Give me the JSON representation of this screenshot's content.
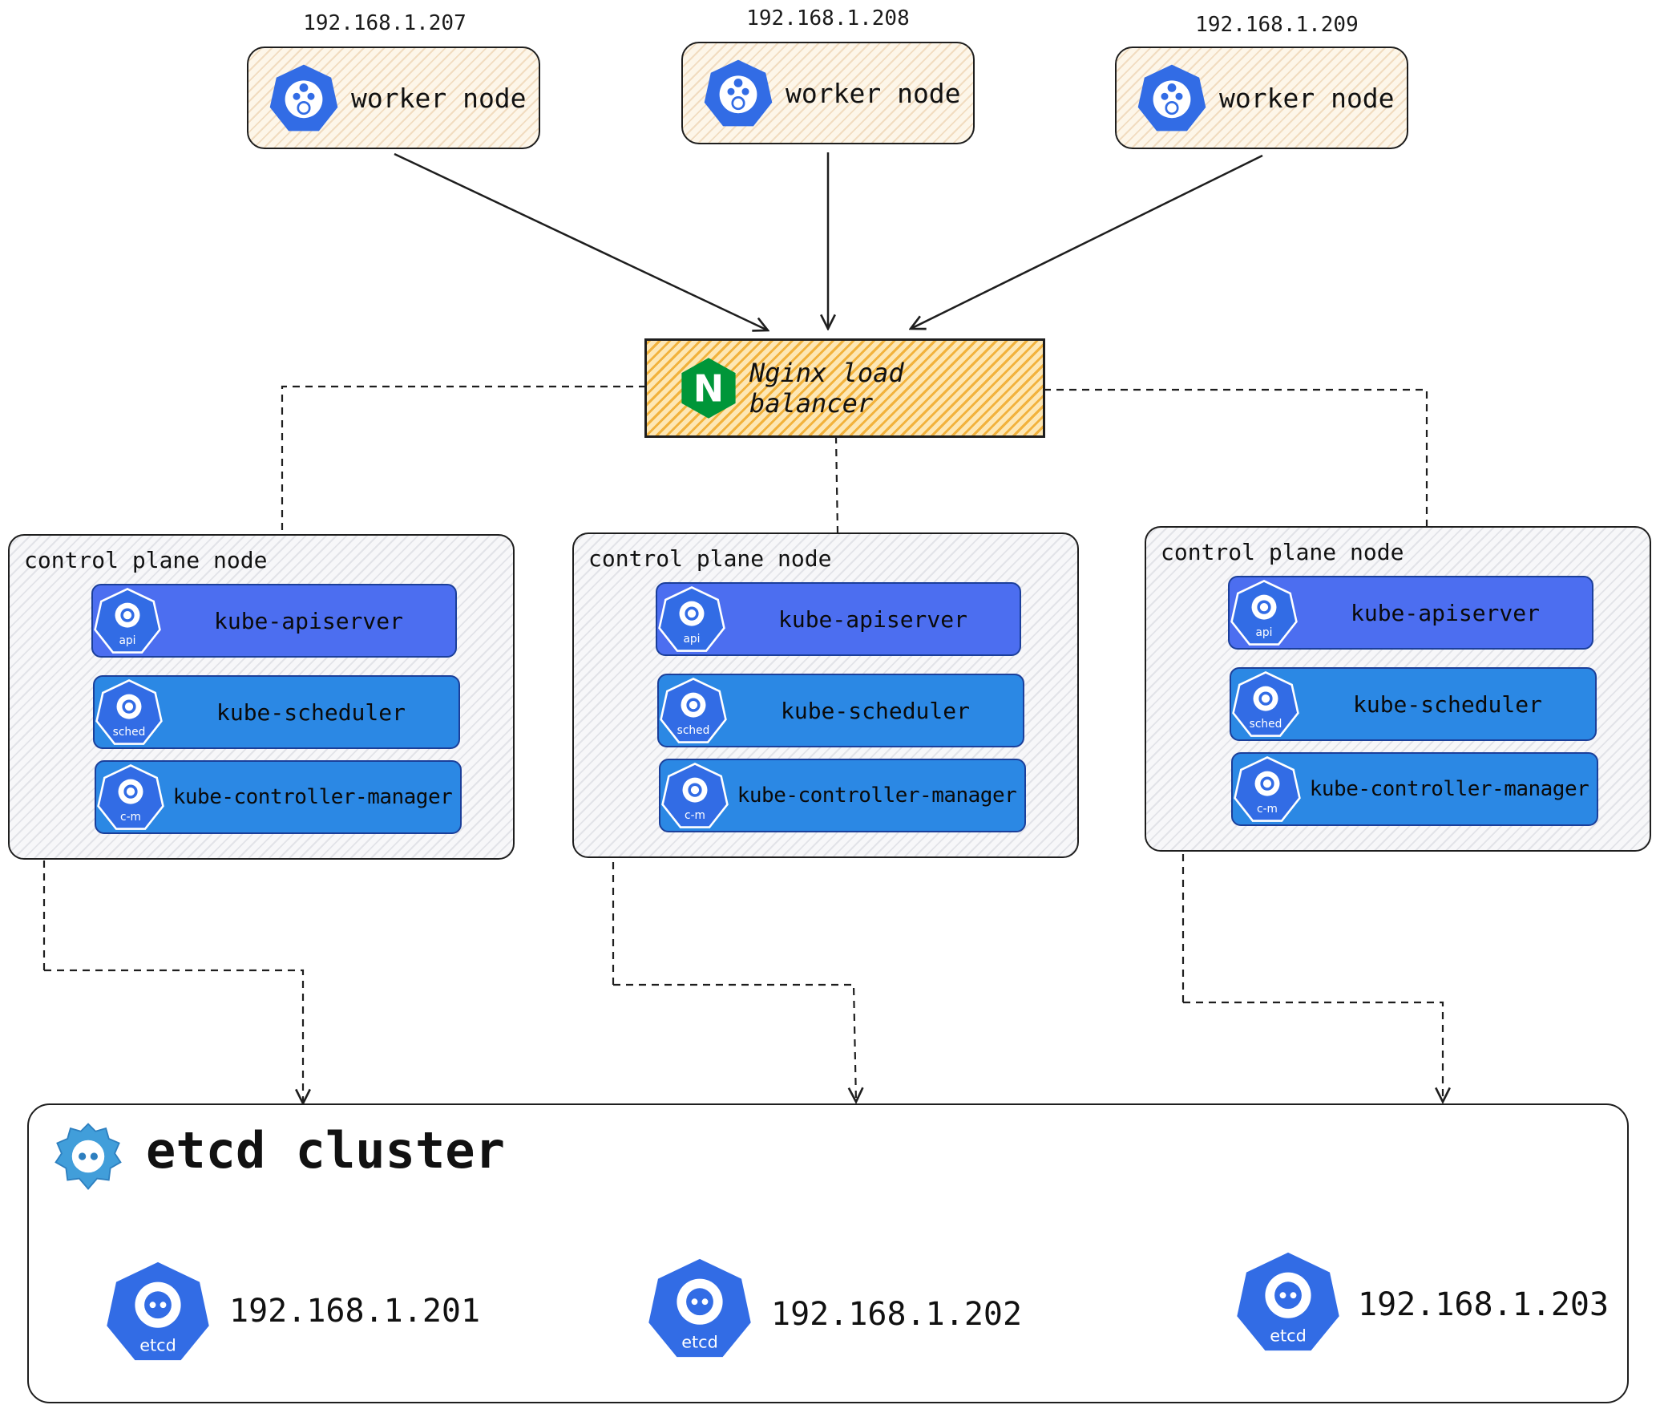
{
  "workers": [
    {
      "ip": "192.168.1.207",
      "label": "worker node"
    },
    {
      "ip": "192.168.1.208",
      "label": "worker node"
    },
    {
      "ip": "192.168.1.209",
      "label": "worker node"
    }
  ],
  "load_balancer": {
    "label": "Nginx load balancer",
    "icon": "nginx-icon",
    "icon_letter": "N"
  },
  "control_planes": [
    {
      "title": "control plane node",
      "components": [
        {
          "label": "kube-apiserver",
          "badge": "api"
        },
        {
          "label": "kube-scheduler",
          "badge": "sched"
        },
        {
          "label": "kube-controller-manager",
          "badge": "c-m"
        }
      ]
    },
    {
      "title": "control plane node",
      "components": [
        {
          "label": "kube-apiserver",
          "badge": "api"
        },
        {
          "label": "kube-scheduler",
          "badge": "sched"
        },
        {
          "label": "kube-controller-manager",
          "badge": "c-m"
        }
      ]
    },
    {
      "title": "control plane node",
      "components": [
        {
          "label": "kube-apiserver",
          "badge": "api"
        },
        {
          "label": "kube-scheduler",
          "badge": "sched"
        },
        {
          "label": "kube-controller-manager",
          "badge": "c-m"
        }
      ]
    }
  ],
  "etcd_cluster": {
    "title": "etcd cluster",
    "members": [
      {
        "ip": "192.168.1.201",
        "badge": "etcd"
      },
      {
        "ip": "192.168.1.202",
        "badge": "etcd"
      },
      {
        "ip": "192.168.1.203",
        "badge": "etcd"
      }
    ]
  },
  "colors": {
    "k8s_blue": "#326ce5",
    "api_fill": "#4c6ef0",
    "component_fill": "#2b88e4",
    "nginx_green": "#009639",
    "lb_hatch": "#f2b23c",
    "worker_hatch": "#f1dcc0"
  }
}
